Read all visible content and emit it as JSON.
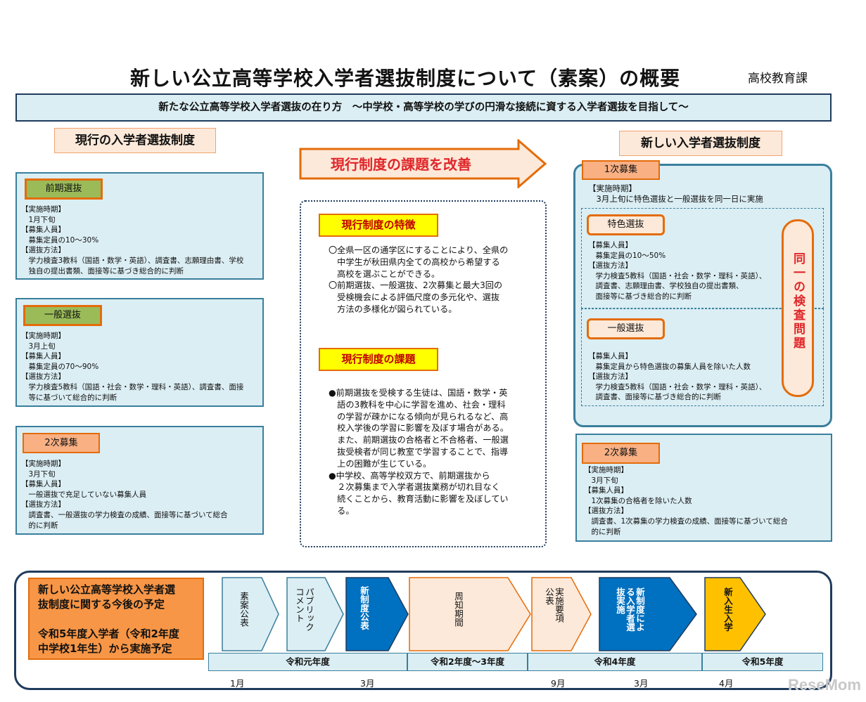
{
  "title": "新しい公立高等学校入学者選抜制度について（素案）の概要",
  "dept": "高校教育課",
  "subtitle": "新たな公立高等学校入学者選抜の在り方　～中学校・高等学校の学びの円滑な接続に資する入学者選抜を目指して～",
  "current": {
    "header": "現行の入学者選抜制度",
    "early": {
      "label": "前期選抜",
      "text": "【実施時期】\n　1月下旬\n【募集人員】\n　募集定員の10～30%\n【選抜方法】\n　学力検査3教科（国語・数学・英語）、調査書、志願理由書、学校\n　独自の提出書類、面接等に基づき総合的に判断"
    },
    "general": {
      "label": "一般選抜",
      "text": "【実施時期】\n　3月上旬\n【募集人員】\n　募集定員の70～90%\n【選抜方法】\n　学力検査5教科（国語・社会・数学・理科・英語）、調査書、面接\n　等に基づいて総合的に判断"
    },
    "second": {
      "label": "2次募集",
      "text": "【実施時期】\n　3月下旬\n【募集人員】\n　一般選抜で充足していない募集人員\n【選抜方法】\n　調査書、一般選抜の学力検査の成績、面接等に基づいて総合\n　的に判断"
    }
  },
  "center": {
    "arrow_label": "現行制度の課題を改善",
    "features_label": "現行制度の特徴",
    "features_text": "〇全県一区の通学区にすることにより、全県の\n　中学生が秋田県内全ての高校から希望する\n　高校を選ぶことができる。\n〇前期選抜、一般選抜、2次募集と最大3回の\n　受検機会による評価尺度の多元化や、選抜\n　方法の多様化が図られている。",
    "issues_label": "現行制度の課題",
    "issues_text": "●前期選抜を受検する生徒は、国語・数学・英\n　語の3教科を中心に学習を進め、社会・理科\n　の学習が疎かになる傾向が見られるなど、高\n　校入学後の学習に影響を及ぼす場合がある。\n　また、前期選抜の合格者と不合格者、一般選\n　抜受検者が同じ教室で学習することで、指導\n　上の困難が生じている。\n●中学校、高等学校双方で、前期選抜から\n　２次募集まで入学者選抜業務が切れ目なく\n　続くことから、教育活動に影響を及ぼしてい\n　る。"
  },
  "new": {
    "header": "新しい入学者選抜制度",
    "first": {
      "label": "1次募集",
      "text": "【実施時期】\n　3月上旬に特色選抜と一般選抜を同一日に実施"
    },
    "special": {
      "label": "特色選抜",
      "text": "【募集人員】\n　募集定員の10～50%\n【選抜方法】\n　学力検査5教科（国語・社会・数学・理科・英語）、\n　調査書、志願理由書、学校独自の提出書類、\n　面接等に基づき総合的に判断"
    },
    "general": {
      "label": "一般選抜",
      "text": "【募集人員】\n　募集定員から特色選抜の募集人員を除いた人数\n【選抜方法】\n　学力検査5教科（国語・社会・数学・理科・英語）、\n　調査書、面接等に基づき総合的に判断"
    },
    "same_exam": "同一の検査問題",
    "second": {
      "label": "2次募集",
      "text": "【実施時期】\n　3月下旬\n【募集人員】\n　1次募集の合格者を除いた人数\n【選抜方法】\n　調査書、1次募集の学力検査の成績、面接等に基づいて総合\n　的に判断"
    }
  },
  "schedule": {
    "plan": "新しい公立高等学校入学者選\n抜制度に関する今後の予定\n\n令和5年度入学者（令和2年度\n中学校1年生）から実施予定",
    "steps": [
      "素案公表",
      "パブリック\nコメント",
      "新制度公表",
      "周知期間",
      "実施要項\n公表",
      "新制度によ\nる入学者選\n抜実施",
      "新入生入学"
    ],
    "years": [
      "令和元年度",
      "令和2年度～3年度",
      "令和4年度",
      "令和5年度"
    ],
    "months": [
      "1月",
      "3月",
      "9月",
      "3月",
      "4月"
    ]
  },
  "watermark": "ReseMom",
  "colors": {
    "panel": "#dbeef4",
    "border": "#3a7f9c",
    "navy": "#1f3b5c",
    "orange": "#e46c0a",
    "blue_arrow": "#0070c0",
    "peach": "#fde9d9",
    "gold": "#ffc000"
  }
}
